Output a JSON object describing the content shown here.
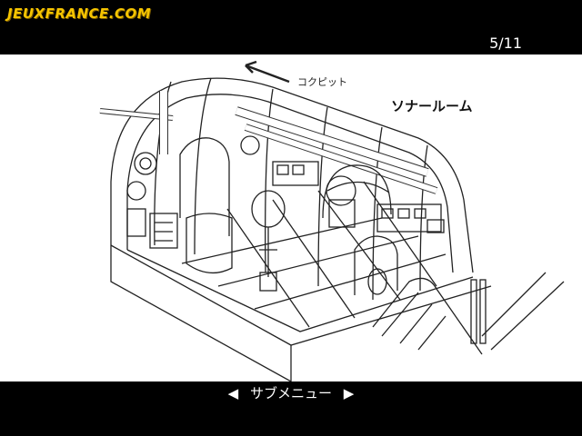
{
  "header": {
    "logo_text": "JEUXFRANCE.COM",
    "page_counter": "5/11"
  },
  "illustration": {
    "cockpit_label": "コクピット",
    "room_title": "ソナールーム"
  },
  "footer": {
    "prev_icon": "◀",
    "submenu_label": "サブメニュー",
    "next_icon": "▶"
  },
  "colors": {
    "logo": "#f5c400",
    "background": "#000000",
    "panel": "#ffffff"
  }
}
